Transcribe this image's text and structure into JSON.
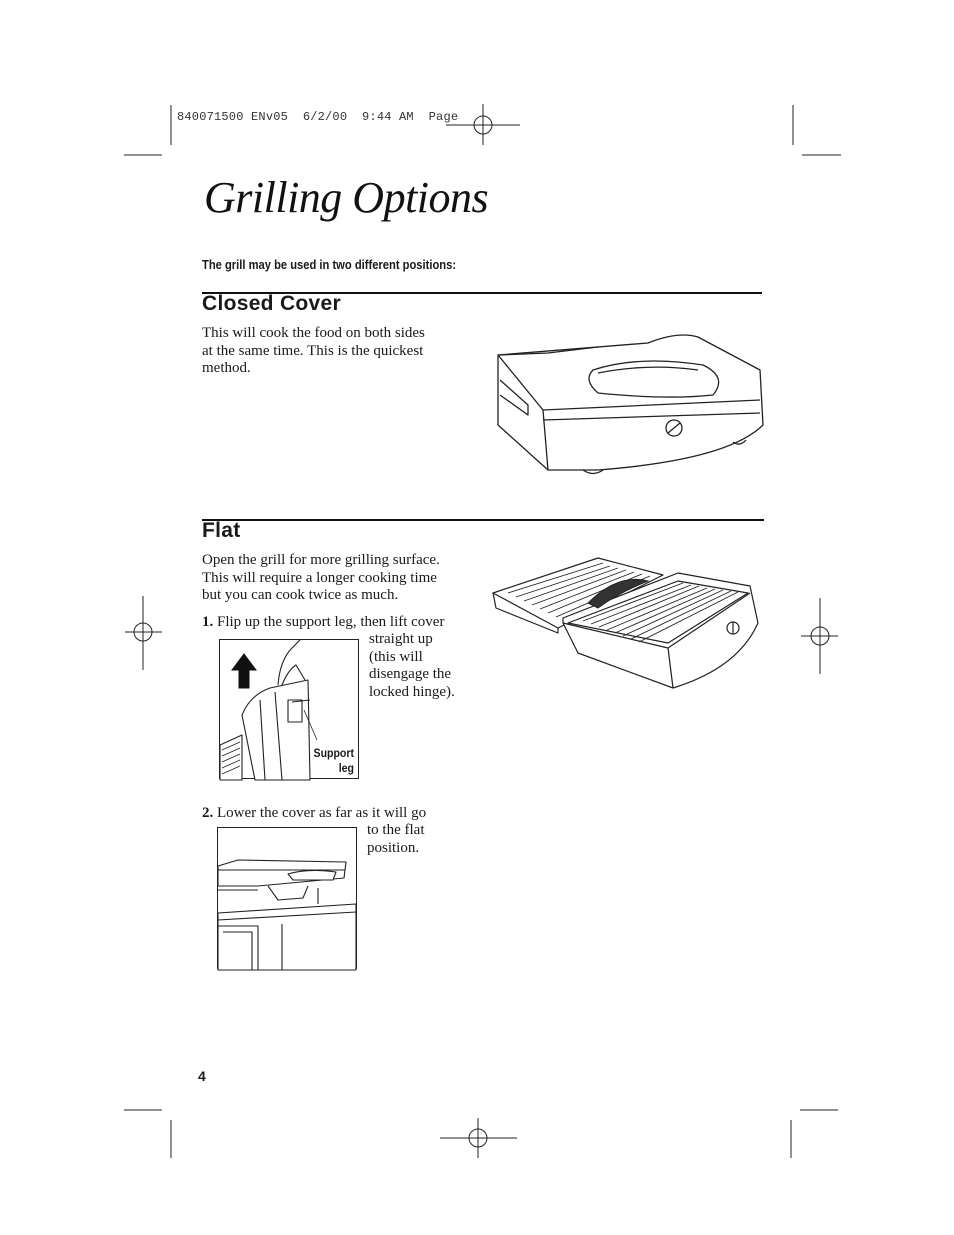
{
  "header": {
    "print_slug": "840071500 ENv05  6/2/00  9:44 AM  Page"
  },
  "title": "Grilling Options",
  "intro": "The grill may be used in two different positions:",
  "closed_cover": {
    "heading": "Closed Cover",
    "lines": [
      "This will cook the food on both sides",
      "at the same time. This is the quickest",
      "method."
    ]
  },
  "flat": {
    "heading": "Flat",
    "lines": [
      "Open the grill for more grilling surface.",
      "This will require a longer cooking time",
      "but you can cook twice as much."
    ],
    "step1": {
      "number": "1.",
      "first_line": "Flip up the support leg, then lift cover",
      "cont_lines": [
        "straight up",
        "(this will",
        "disengage the",
        "locked hinge)."
      ],
      "figure_label_1": "Support",
      "figure_label_2": "leg"
    },
    "step2": {
      "number": "2.",
      "first_line": "Lower the cover as far as it will go",
      "cont_lines": [
        "to the flat",
        "position."
      ]
    }
  },
  "page_number": "4",
  "colors": {
    "ink": "#1a1a1a",
    "paper": "#ffffff"
  }
}
